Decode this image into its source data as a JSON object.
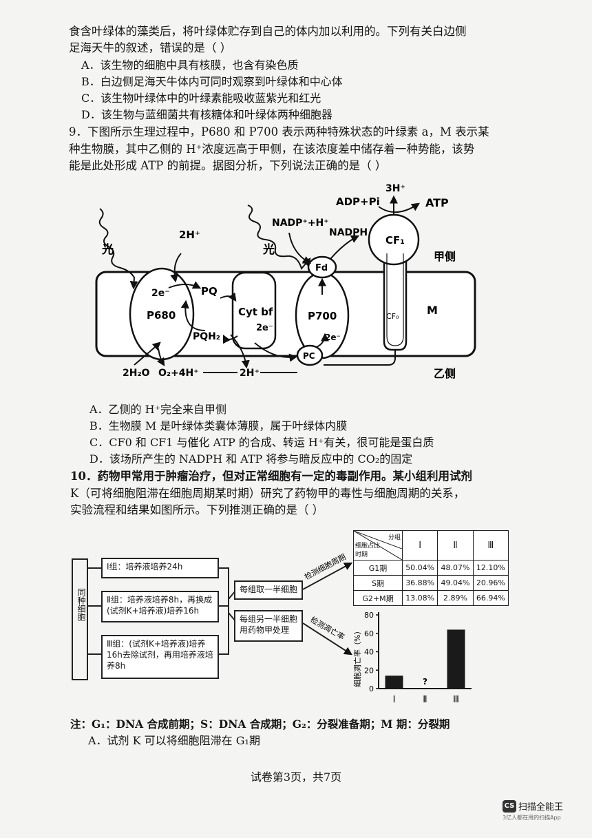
{
  "q8": {
    "line1": "食含叶绿体的藻类后，将叶绿体贮存到自己的体内加以利用的。下列有关白边侧",
    "line2": "足海天牛的叙述，错误的是（     ）",
    "a": "A．该生物的细胞中具有核膜，也含有染色质",
    "b": "B．白边侧足海天牛体内可同时观察到叶绿体和中心体",
    "c": "C．该生物叶绿体中的叶绿素能吸收蓝紫光和红光",
    "d": "D．该生物与蓝细菌共有核糖体和叶绿体两种细胞器"
  },
  "q9": {
    "line1": "9．下图所示生理过程中，P680 和 P700 表示两种特殊状态的叶绿素 a，M 表示某",
    "line2": "种生物膜，其中乙侧的 H⁺浓度远高于甲侧，在该浓度差中储存着一种势能，该势",
    "line3": "能是此处形成 ATP 的前提。据图分析，下列说法正确的是（     ）",
    "a": "A．乙侧的 H⁺完全来自甲侧",
    "b": "B．生物膜 M 是叶绿体类囊体薄膜，属于叶绿体内膜",
    "c": "C．CF0 和 CF1 与催化 ATP 的合成、转运 H⁺有关，很可能是蛋白质",
    "d": "D．该场所产生的 NADPH 和 ATP 将参与暗反应中的 CO₂的固定"
  },
  "diagram": {
    "light1": "光",
    "light2": "光",
    "h2": "2H⁺",
    "e2a": "2e⁻",
    "p680": "P680",
    "pq": "PQ",
    "pqh2": "PQH₂",
    "cyt": "Cyt bf",
    "e2b": "2e⁻",
    "nadp": "NADP⁺+H⁺",
    "nadph": "NADPH",
    "fd": "Fd",
    "p700": "P700",
    "e2c": "2e⁻",
    "pc": "PC",
    "adp": "ADP+Pi",
    "h3": "3H⁺",
    "atp": "ATP",
    "cf1": "CF₁",
    "cf0": "CF₀",
    "jia": "甲侧",
    "m": "M",
    "yi": "乙侧",
    "h2o": "2H₂O",
    "o2": "O₂+4H⁺",
    "h2b": "2H⁺"
  },
  "q10": {
    "line1": "10．药物甲常用于肿瘤治疗，但对正常细胞有一定的毒副作用。某小组利用试剂",
    "line2": "K（可将细胞阻滞在细胞周期某时期）研究了药物甲的毒性与细胞周期的关系，",
    "line3": "实验流程和结果如图所示。下列推测正确的是（     ）",
    "a": "A．试剂 K 可以将细胞阻滞在 G₁期"
  },
  "flow": {
    "side": "同种细胞",
    "g1": "Ⅰ组：培养液培养24h",
    "g2": "Ⅱ组：培养液培养8h，再换成(试剂K+培养液)培养16h",
    "g3": "Ⅲ组：(试剂K+培养液)培养16h去除试剂，再用培养液培养8h",
    "half1": "每组取一半细胞",
    "half2": "每组另一半细胞用药物甲处理",
    "arrow1": "检测细胞周期",
    "arrow2": "检测凋亡率"
  },
  "table": {
    "corner_top": "分组",
    "corner_mid": "细胞占比",
    "corner_bot": "时期",
    "headers": [
      "Ⅰ",
      "Ⅱ",
      "Ⅲ"
    ],
    "rows": [
      {
        "label": "G1期",
        "v": [
          "50.04%",
          "48.07%",
          "12.10%"
        ]
      },
      {
        "label": "S期",
        "v": [
          "36.88%",
          "49.04%",
          "20.96%"
        ]
      },
      {
        "label": "G2+M期",
        "v": [
          "13.08%",
          "2.89%",
          "66.94%"
        ]
      }
    ]
  },
  "chart_data": {
    "type": "bar",
    "categories": [
      "Ⅰ",
      "Ⅱ",
      "Ⅲ"
    ],
    "values": [
      14,
      null,
      64
    ],
    "unknown_label": "?",
    "ylabel": "细胞凋亡率（%）",
    "ylim": [
      0,
      80
    ],
    "yticks": [
      "0",
      "20",
      "40",
      "60",
      "80"
    ]
  },
  "note": "注：G₁：DNA 合成前期；S：DNA 合成期；G₂：分裂准备期；M 期：分裂期",
  "footer": "试卷第3页，共7页",
  "watermark": {
    "logo": "CS",
    "name": "扫描全能王",
    "sub": "3亿人都在用的扫描App"
  }
}
